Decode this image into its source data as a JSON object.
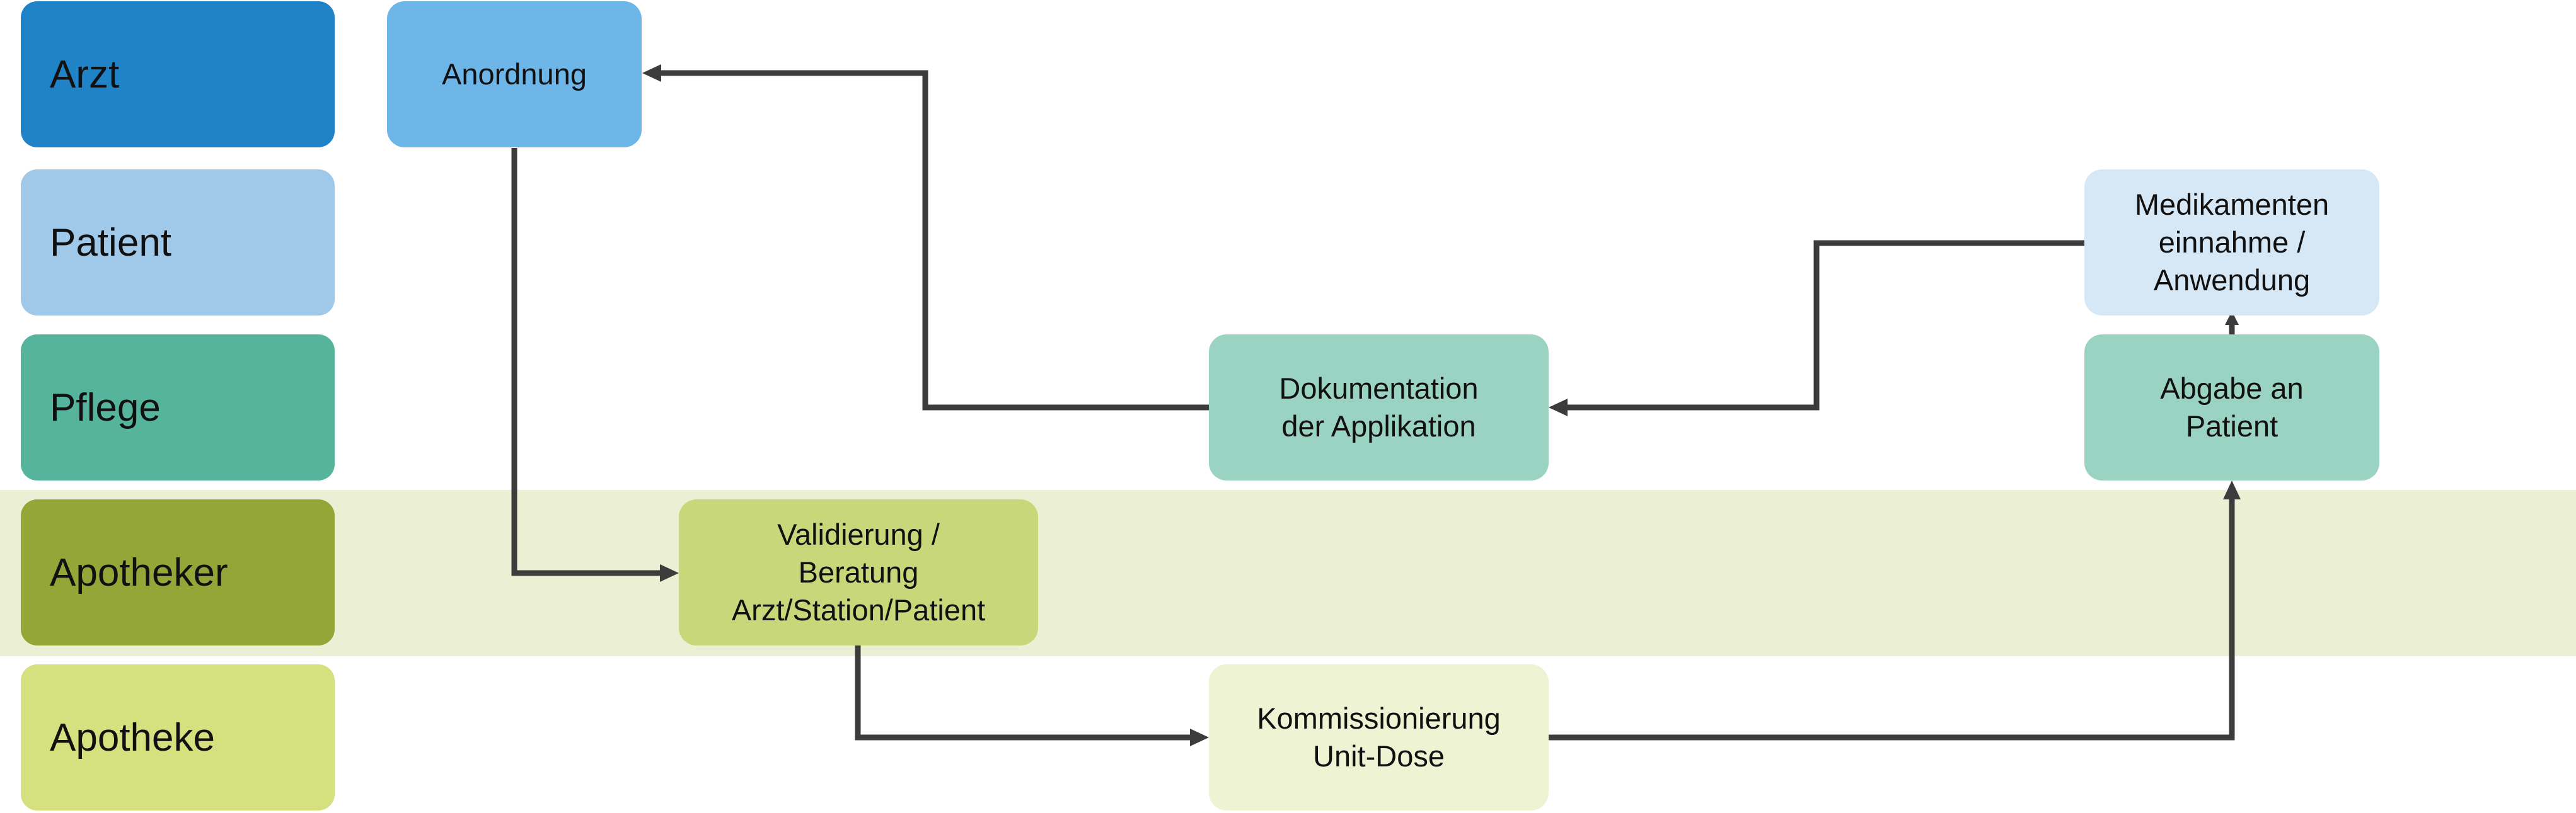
{
  "colors": {
    "apotheker_band": "#ebf0d5",
    "connector": "#3c3c3c"
  },
  "lanes": [
    {
      "id": "arzt",
      "label": "Arzt",
      "color": "#2083c8"
    },
    {
      "id": "patient",
      "label": "Patient",
      "color": "#a0c8e8"
    },
    {
      "id": "pflege",
      "label": "Pflege",
      "color": "#55b49b"
    },
    {
      "id": "apotheker",
      "label": "Apotheker",
      "color": "#94a637"
    },
    {
      "id": "apotheke",
      "label": "Apotheke",
      "color": "#d5e07f"
    }
  ],
  "nodes": [
    {
      "id": "anordnung",
      "lane": "arzt",
      "text": "Anordnung",
      "color": "#6fb6e8"
    },
    {
      "id": "validierung",
      "lane": "apotheker",
      "text": "Validierung /\nBeratung\nArzt/Station/Patient",
      "color": "#c8d77a"
    },
    {
      "id": "kommissionierung",
      "lane": "apotheke",
      "text": "Kommissionierung\nUnit-Dose",
      "color": "#eef3d3"
    },
    {
      "id": "dokumentation",
      "lane": "pflege",
      "text": "Dokumentation\nder Applikation",
      "color": "#9bd3c3"
    },
    {
      "id": "abgabe",
      "lane": "pflege",
      "text": "Abgabe an\nPatient",
      "color": "#9bd3c3"
    },
    {
      "id": "einnahme",
      "lane": "patient",
      "text": "Medikamenten\neinnahme /\nAnwendung",
      "color": "#d6e8f6"
    }
  ],
  "edges": [
    {
      "from": "anordnung",
      "to": "validierung"
    },
    {
      "from": "validierung",
      "to": "kommissionierung"
    },
    {
      "from": "kommissionierung",
      "to": "abgabe"
    },
    {
      "from": "abgabe",
      "to": "einnahme"
    },
    {
      "from": "einnahme",
      "to": "dokumentation"
    },
    {
      "from": "dokumentation",
      "to": "anordnung"
    }
  ]
}
